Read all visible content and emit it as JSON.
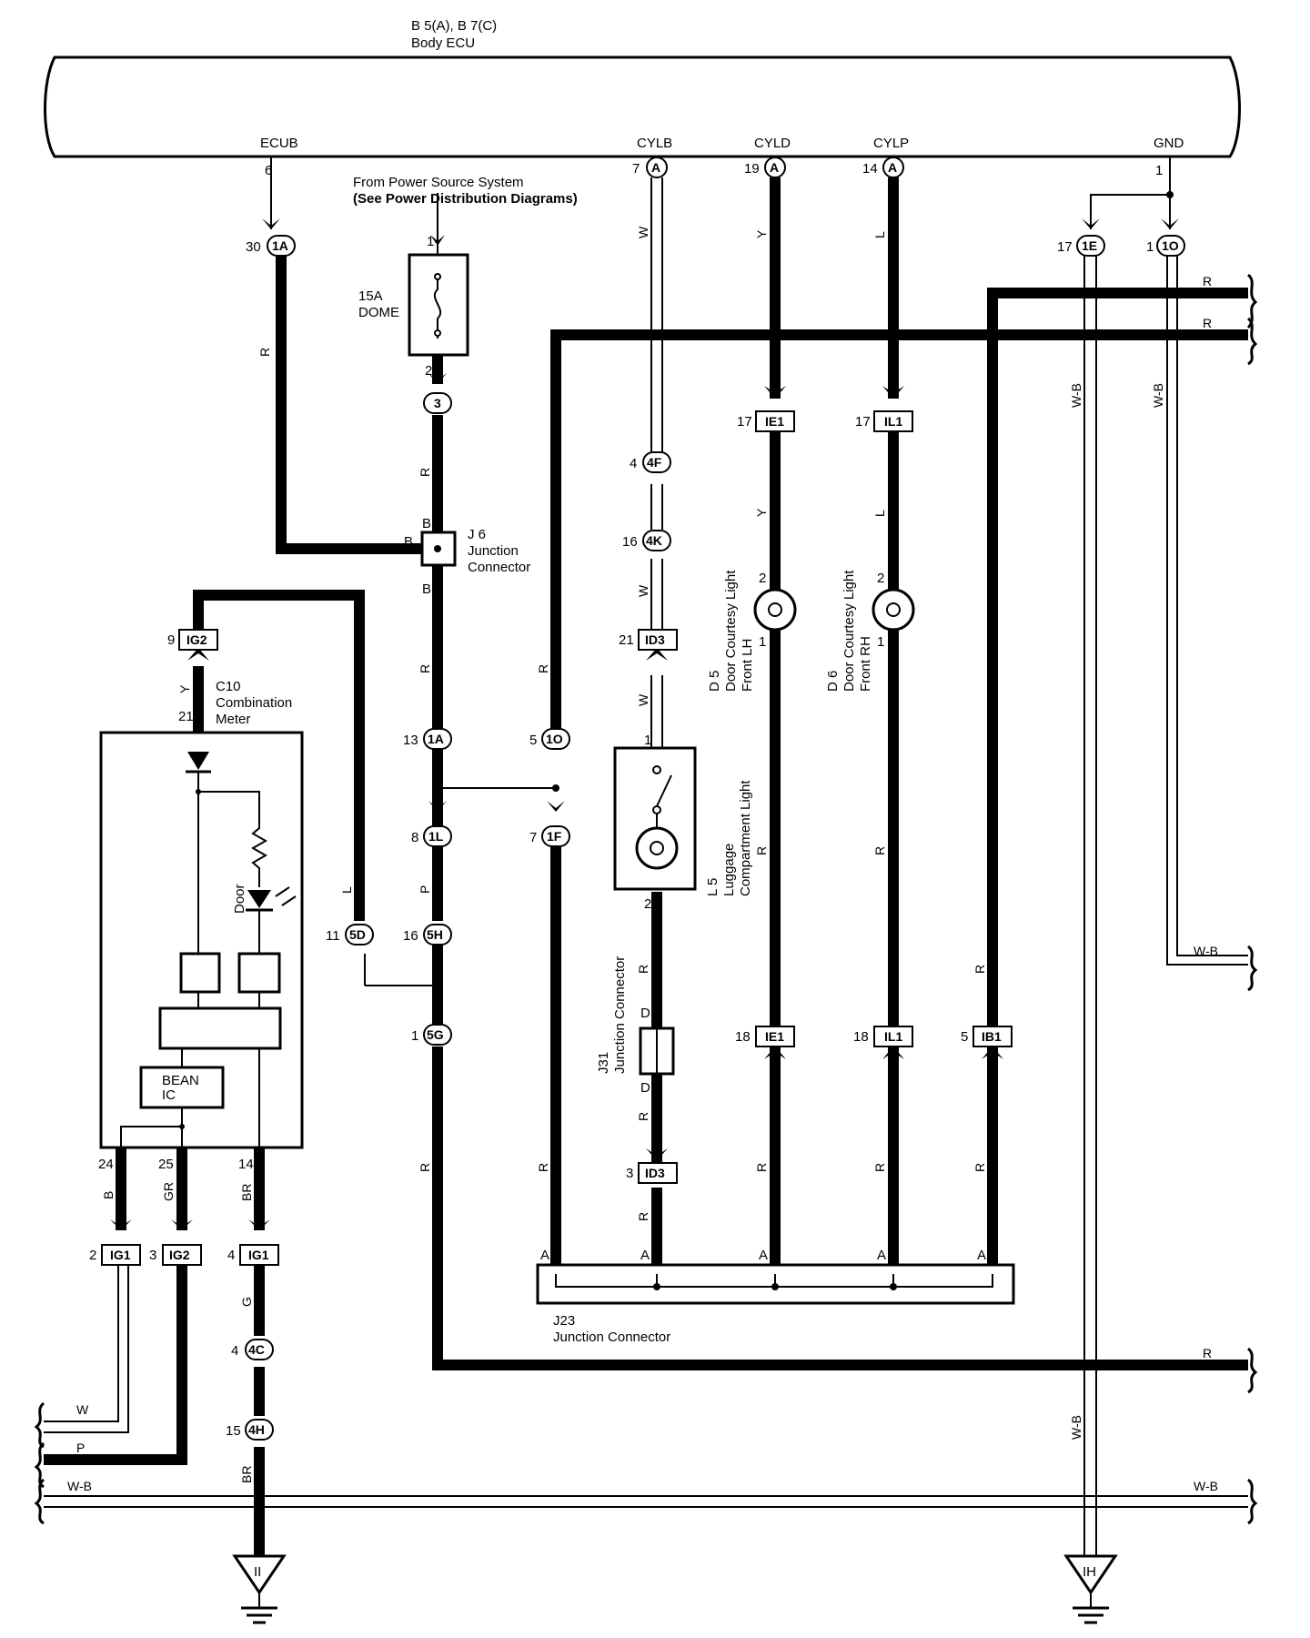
{
  "ecu": {
    "title": "B 5(A), B 7(C)",
    "subtitle": "Body ECU"
  },
  "ecu_terminals": {
    "ecub": "ECUB",
    "cylb": "CYLB",
    "cyld": "CYLD",
    "cylp": "CYLP",
    "gnd": "GND"
  },
  "power": {
    "line1": "From Power Source System",
    "line2": "(See Power Distribution Diagrams)"
  },
  "fuse": {
    "rating": "15A",
    "name": "DOME"
  },
  "j6": {
    "id": "J 6",
    "line1": "Junction",
    "line2": "Connector"
  },
  "c10": {
    "id": "C10",
    "line1": "Combination",
    "line2": "Meter",
    "door": "Door",
    "ic": "BEAN",
    "ic2": "IC"
  },
  "d5": {
    "id": "D 5",
    "line1": "Door Courtesy Light",
    "line2": "Front LH"
  },
  "d6": {
    "id": "D 6",
    "line1": "Door Courtesy Light",
    "line2": "Front RH"
  },
  "l5": {
    "id": "L 5",
    "line1": "Luggage",
    "line2": "Compartment Light"
  },
  "j31": {
    "id": "J31",
    "line1": "Junction Connector"
  },
  "j23": {
    "id": "J23",
    "line1": "Junction Connector"
  },
  "grounds": {
    "left": "II",
    "right": "IH"
  },
  "connectors": {
    "a": "A",
    "c1a": "1A",
    "c1a2": "1A",
    "c3": "3",
    "c4f": "4F",
    "c4k": "4K",
    "id3": "ID3",
    "id3b": "ID3",
    "ie1": "IE1",
    "ie1b": "IE1",
    "il1": "IL1",
    "il1b": "IL1",
    "ib1": "IB1",
    "c1e": "1E",
    "c1o": "1O",
    "c1o2": "1O",
    "ig2": "IG2",
    "c1l": "1L",
    "c1f": "1F",
    "c5d": "5D",
    "c5h": "5H",
    "c5g": "5G",
    "ig1": "IG1",
    "ig2b": "IG2",
    "ig1b": "IG1",
    "c4c": "4C",
    "c4h": "4H"
  },
  "pins": {
    "p6": "6",
    "p7": "7",
    "p19": "19",
    "p14": "14",
    "p1": "1",
    "p30": "30",
    "p17": "17",
    "p1b": "1",
    "f1": "1",
    "f2": "2",
    "p4": "4",
    "p16": "16",
    "p21": "21",
    "p17b": "17",
    "p17c": "17",
    "d2": "2",
    "d1": "1",
    "e2": "2",
    "e1": "1",
    "p9": "9",
    "p21b": "21",
    "p13": "13",
    "p5": "5",
    "p1c": "1",
    "p8": "8",
    "p7b": "7",
    "p11": "11",
    "p16b": "16",
    "p1d": "1",
    "l2": "2",
    "p18": "18",
    "p18b": "18",
    "p5b": "5",
    "p3": "3",
    "p24": "24",
    "p25": "25",
    "p14b": "14",
    "p2": "2",
    "p3b": "3",
    "p4b": "4",
    "p4c": "4",
    "p15": "15"
  },
  "junction_letters": {
    "b1": "B",
    "b2": "B",
    "b3": "B",
    "d1": "D",
    "d2": "D",
    "a1": "A",
    "a2": "A",
    "a3": "A",
    "a4": "A",
    "a5": "A"
  },
  "wire_colors": {
    "r1": "R",
    "y1": "Y",
    "l1": "L",
    "w1": "W",
    "wb1": "W-B",
    "wb2": "W-B",
    "r2": "R",
    "w2": "W",
    "w3": "W",
    "y2": "Y",
    "l2": "L",
    "r3": "R",
    "r4": "R",
    "y3": "Y",
    "p1": "P",
    "l3": "L",
    "r5": "R",
    "r6": "R",
    "r7": "R",
    "r8": "R",
    "r9": "R",
    "r10": "R",
    "r11": "R",
    "r12": "R",
    "r13": "R",
    "r14": "R",
    "r15": "R",
    "b1": "B",
    "gr1": "GR",
    "br1": "BR",
    "g1": "G",
    "br2": "BR",
    "wb3": "W-B",
    "rt1": "R",
    "rt2": "R",
    "rt3": "R",
    "wb4": "W-B",
    "w4": "W",
    "p2": "P",
    "wb5": "W-B",
    "wb6": "W-B"
  }
}
